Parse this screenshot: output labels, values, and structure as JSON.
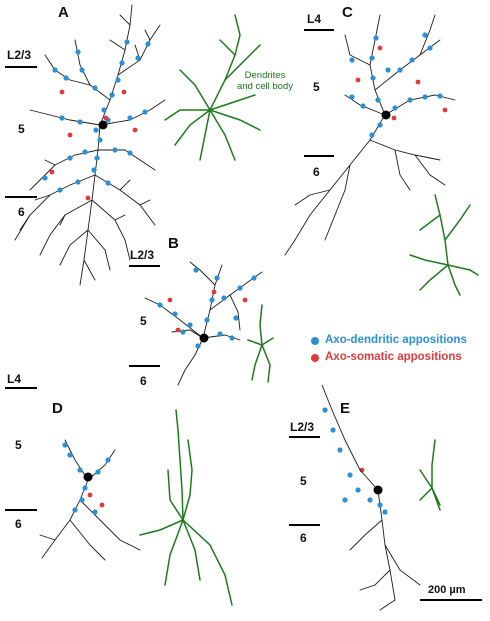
{
  "panels": [
    "A",
    "B",
    "C",
    "D",
    "E"
  ],
  "layers": {
    "l23": "L2/3",
    "l5": "5",
    "l6": "6",
    "l4": "L4"
  },
  "green_label": {
    "line1": "Dendrites",
    "line2": "and cell body"
  },
  "legend": {
    "dendritic": "Axo-dendritic appositions",
    "somatic": "Axo-somatic appositions"
  },
  "scale_bar": "200 µm",
  "colors": {
    "axon": "#1a1a1a",
    "dendrite": "#1e7a1e",
    "dendritic_apposition": "#2b8fd6",
    "somatic_apposition": "#e03a3a",
    "cell_body": "#000000"
  }
}
